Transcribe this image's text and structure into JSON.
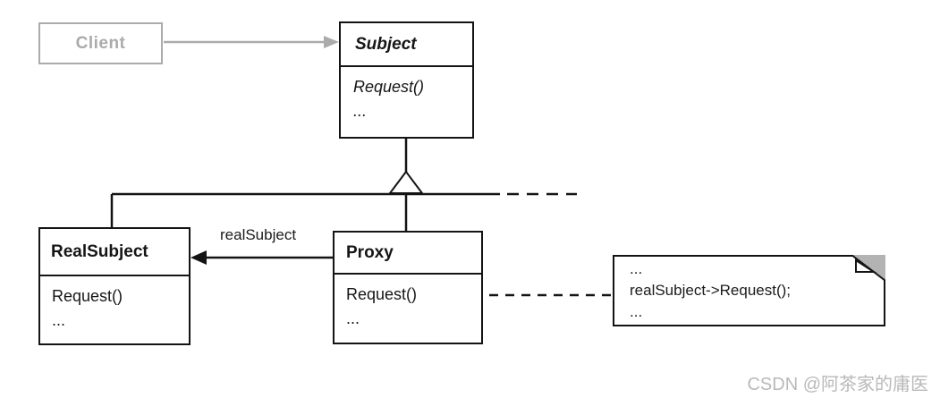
{
  "diagram": {
    "client": {
      "name": "Client"
    },
    "subject": {
      "name": "Subject",
      "methods": [
        "Request()",
        "..."
      ]
    },
    "real_subject": {
      "name": "RealSubject",
      "methods": [
        "Request()",
        "..."
      ]
    },
    "proxy": {
      "name": "Proxy",
      "methods": [
        "Request()",
        "..."
      ]
    },
    "association_label": "realSubject",
    "note": {
      "lines": [
        "...",
        "realSubject->Request();",
        "..."
      ]
    },
    "colors": {
      "line": "#141414",
      "client_gray": "#ababab",
      "note_fold_gray": "#b3b3b3",
      "watermark_gray": "#b9b9b9"
    }
  },
  "watermark": "CSDN @阿茶家的庸医"
}
